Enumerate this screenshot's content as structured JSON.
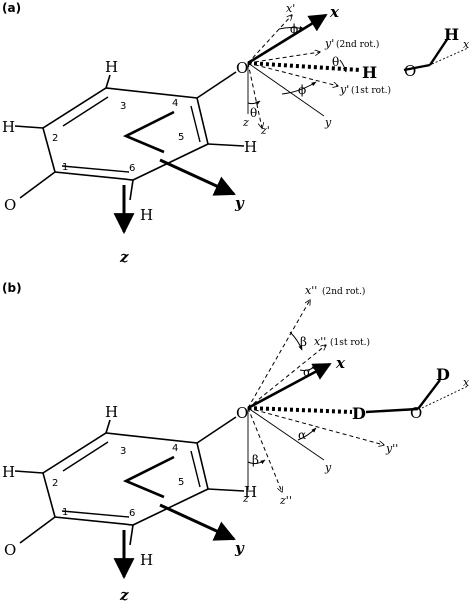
{
  "panel_a": {
    "tag": "(a)",
    "ring_numbers": [
      "1",
      "2",
      "3",
      "4",
      "5",
      "6"
    ],
    "atoms": {
      "O_hydroxyl": "O",
      "H2": "H",
      "H3": "H",
      "H5": "H",
      "H6": "H",
      "O_ether": "O",
      "H_bond": "H",
      "O_water": "O",
      "H_water": "H"
    },
    "axes": {
      "x": "x",
      "y": "y",
      "z": "z",
      "x_prime": "x'",
      "y_prime_2nd": "y'",
      "y_prime_2nd_note": "(2nd rot.)",
      "y_prime_1st": "y'",
      "y_prime_1st_note": "(1st rot.)",
      "z_small": "z",
      "z_prime": "z'",
      "y_small": "y",
      "x_water": "x"
    },
    "angles": {
      "phi_top": "ϕ",
      "phi_bottom": "ϕ",
      "theta_right": "θ",
      "theta_bottom": "θ"
    }
  },
  "panel_b": {
    "tag": "(b)",
    "ring_numbers": [
      "1",
      "2",
      "3",
      "4",
      "5",
      "6"
    ],
    "atoms": {
      "O_hydroxyl": "O",
      "H2": "H",
      "H3": "H",
      "H5": "H",
      "H6": "H",
      "O_ether": "O",
      "D_bond": "D",
      "O_water": "O",
      "D_water": "D"
    },
    "axes": {
      "x": "x",
      "y": "y",
      "z": "z",
      "x_dprime_2nd": "x''",
      "x_dprime_2nd_note": "(2nd rot.)",
      "x_dprime_1st": "x''",
      "x_dprime_1st_note": "(1st rot.)",
      "y_dprime": "y''",
      "z_dprime": "z''",
      "z_small": "z",
      "y_small": "y",
      "x_water": "x"
    },
    "angles": {
      "beta_top": "β",
      "alpha_top": "α",
      "alpha_bottom": "α",
      "beta_bottom": "β"
    }
  }
}
